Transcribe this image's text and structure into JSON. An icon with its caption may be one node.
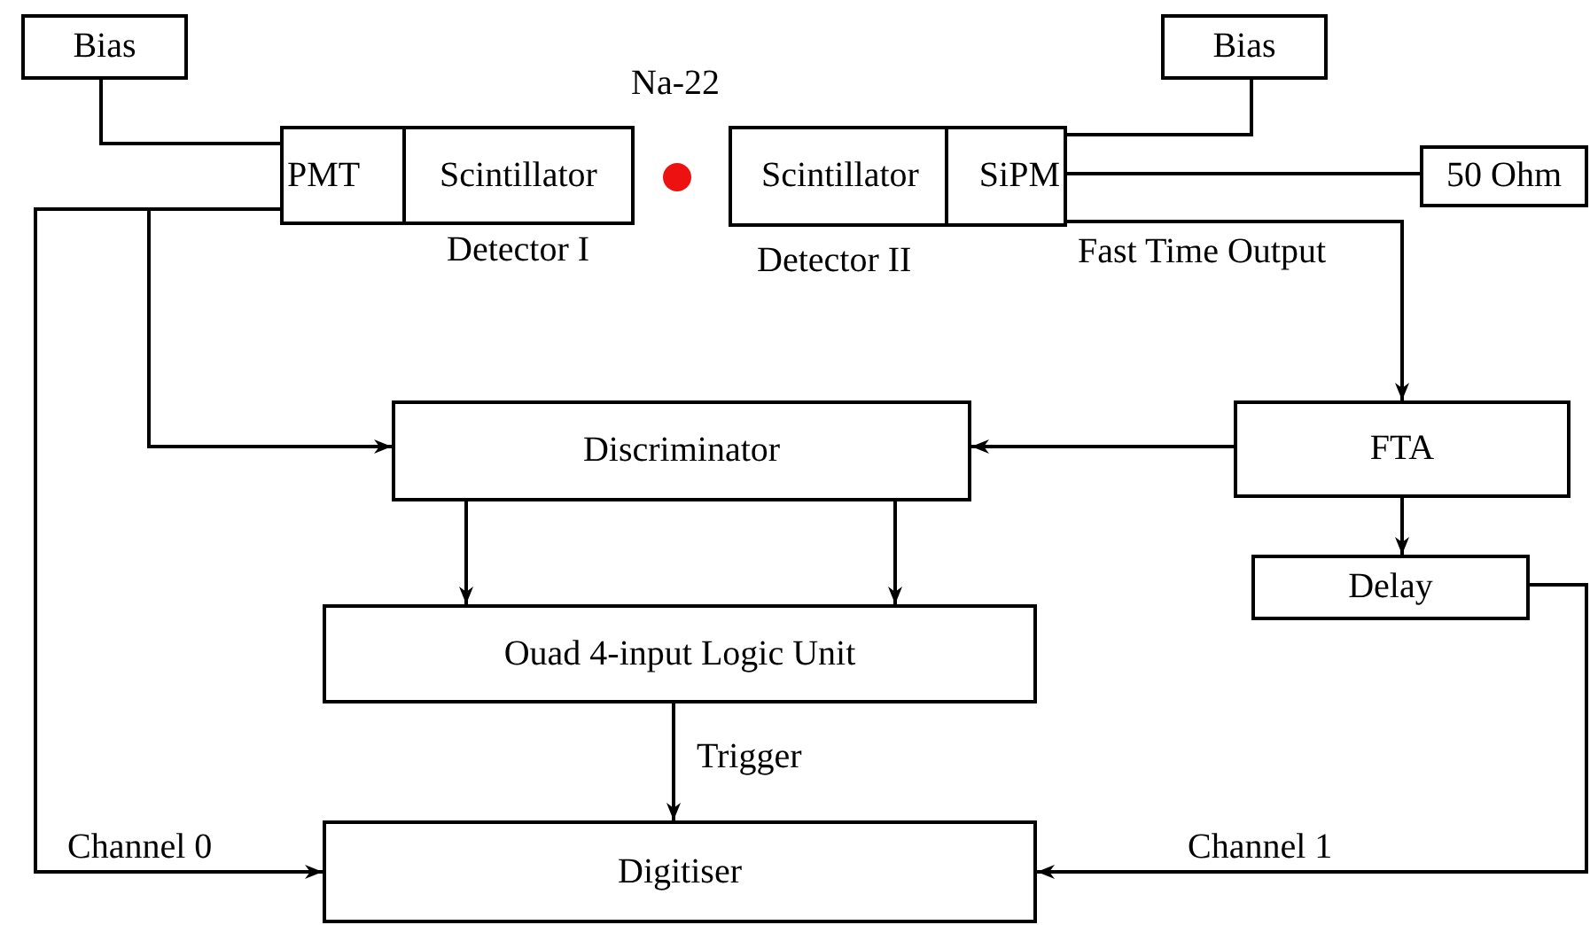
{
  "diagram": {
    "nodes": [
      {
        "text": [
          "Bias"
        ]
      },
      {
        "text": [
          "PMT"
        ]
      },
      {
        "text": [
          "Scintillator"
        ],
        "beside": [
          "Detector I"
        ]
      },
      {
        "text": [
          "Scintillator"
        ],
        "beside": [
          "Detector II"
        ]
      },
      {
        "text": [
          "SiPM"
        ]
      },
      {
        "text": [
          "Bias"
        ]
      },
      {
        "text": [
          "50 Ohm"
        ]
      },
      {
        "text": [
          "Discriminator"
        ]
      },
      {
        "text": [
          "FTA"
        ]
      },
      {
        "text": [
          "Ouad 4-input Logic Unit"
        ]
      },
      {
        "text": [
          "Delay"
        ]
      },
      {
        "text": [
          "Digitiser"
        ]
      }
    ],
    "edges": [
      {
        "from": 0,
        "to": 1,
        "arrow": "none"
      },
      {
        "from": 1,
        "to": 11,
        "arrow": "to",
        "label": "Channel 0"
      },
      {
        "from": 1,
        "to": 7,
        "arrow": "to"
      },
      {
        "from": 5,
        "to": 4,
        "arrow": "none"
      },
      {
        "from": 4,
        "to": 6,
        "arrow": "none"
      },
      {
        "from": 4,
        "to": 8,
        "arrow": "to",
        "label": "Fast Time Output"
      },
      {
        "from": 8,
        "to": 7,
        "arrow": "to"
      },
      {
        "from": 7,
        "to": 9,
        "arrow": "to"
      },
      {
        "from": 7,
        "to": 9,
        "arrow": "to"
      },
      {
        "from": 8,
        "to": 10,
        "arrow": "to"
      },
      {
        "from": 9,
        "to": 11,
        "arrow": "to",
        "label": "Trigger"
      },
      {
        "from": 10,
        "to": 11,
        "arrow": "to",
        "label": "Channel 1"
      }
    ],
    "labels": [
      "Na-22"
    ]
  }
}
